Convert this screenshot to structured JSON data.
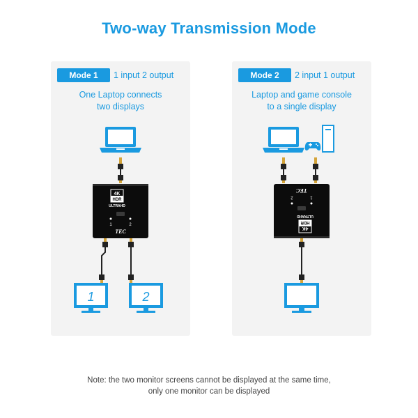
{
  "title": "Two-way Transmission Mode",
  "mode1": {
    "badge": "Mode 1",
    "desc": "1 input 2 output",
    "caption_line1": "One Laptop connects",
    "caption_line2": "two displays",
    "switch": {
      "label_4k": "4K",
      "label_hdr": "HDR",
      "label_ultra": "ULTRAHD",
      "brand": "TEC",
      "port1": "1",
      "port2": "2"
    },
    "monitor1_number": "1",
    "monitor2_number": "2"
  },
  "mode2": {
    "badge": "Mode 2",
    "desc": "2 input 1 output",
    "caption_line1": "Laptop and game console",
    "caption_line2": "to a single display",
    "switch": {
      "label_4k": "4K",
      "label_hdr": "HDR",
      "label_ultra": "ULTRAHD",
      "brand": "TEC",
      "port1": "1",
      "port2": "2"
    }
  },
  "note": {
    "line1": "Note: the two monitor screens cannot be displayed at the same time,",
    "line2": "only one monitor can be displayed"
  },
  "colors": {
    "accent": "#1a9ae0",
    "panel_bg": "#f3f3f3",
    "cable": "#222222",
    "connector_gold": "#d4a43a"
  }
}
